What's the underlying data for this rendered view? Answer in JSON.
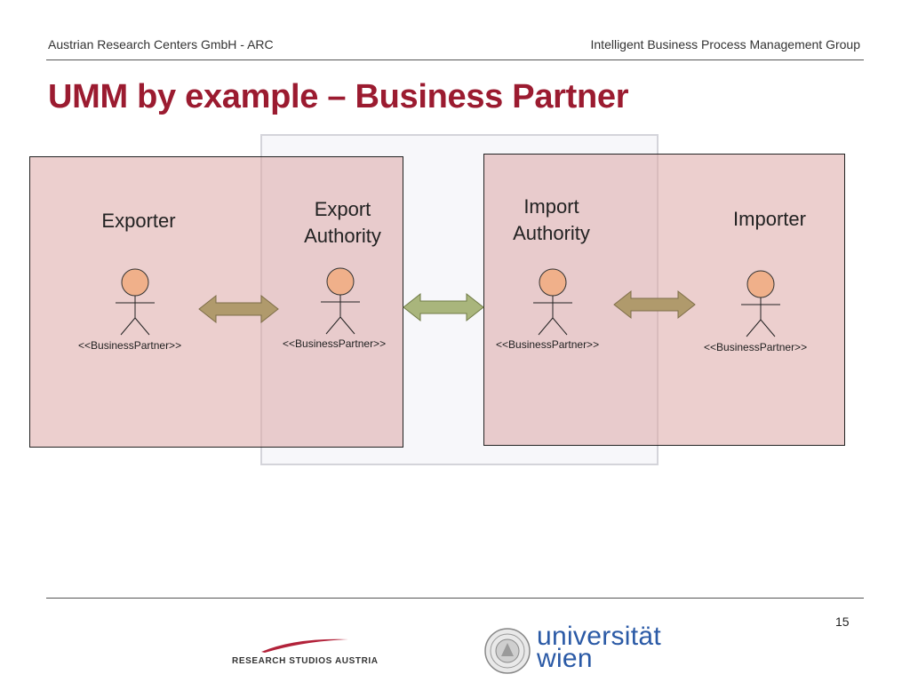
{
  "header": {
    "left": "Austrian Research Centers GmbH - ARC",
    "right": "Intelligent Business Process Management Group"
  },
  "title": "UMM by example – Business Partner",
  "partners": [
    {
      "name": "Exporter",
      "stereotype": "<<BusinessPartner>>"
    },
    {
      "name_line1": "Export",
      "name_line2": "Authority",
      "stereotype": "<<BusinessPartner>>"
    },
    {
      "name_line1": "Import",
      "name_line2": "Authority",
      "stereotype": "<<BusinessPartner>>"
    },
    {
      "name": "Importer",
      "stereotype": "<<BusinessPartner>>"
    }
  ],
  "colors": {
    "title": "#9b1b30",
    "partner_box": "#e8c9c7",
    "actor_head": "#f0b08a",
    "arrow_brown": "#b09a6c",
    "arrow_green": "#a9b57c"
  },
  "footer": {
    "page_number": "15",
    "logo_left_text": "RESEARCH STUDIOS AUSTRIA",
    "logo_right_line1": "universität",
    "logo_right_line2": "wien"
  }
}
